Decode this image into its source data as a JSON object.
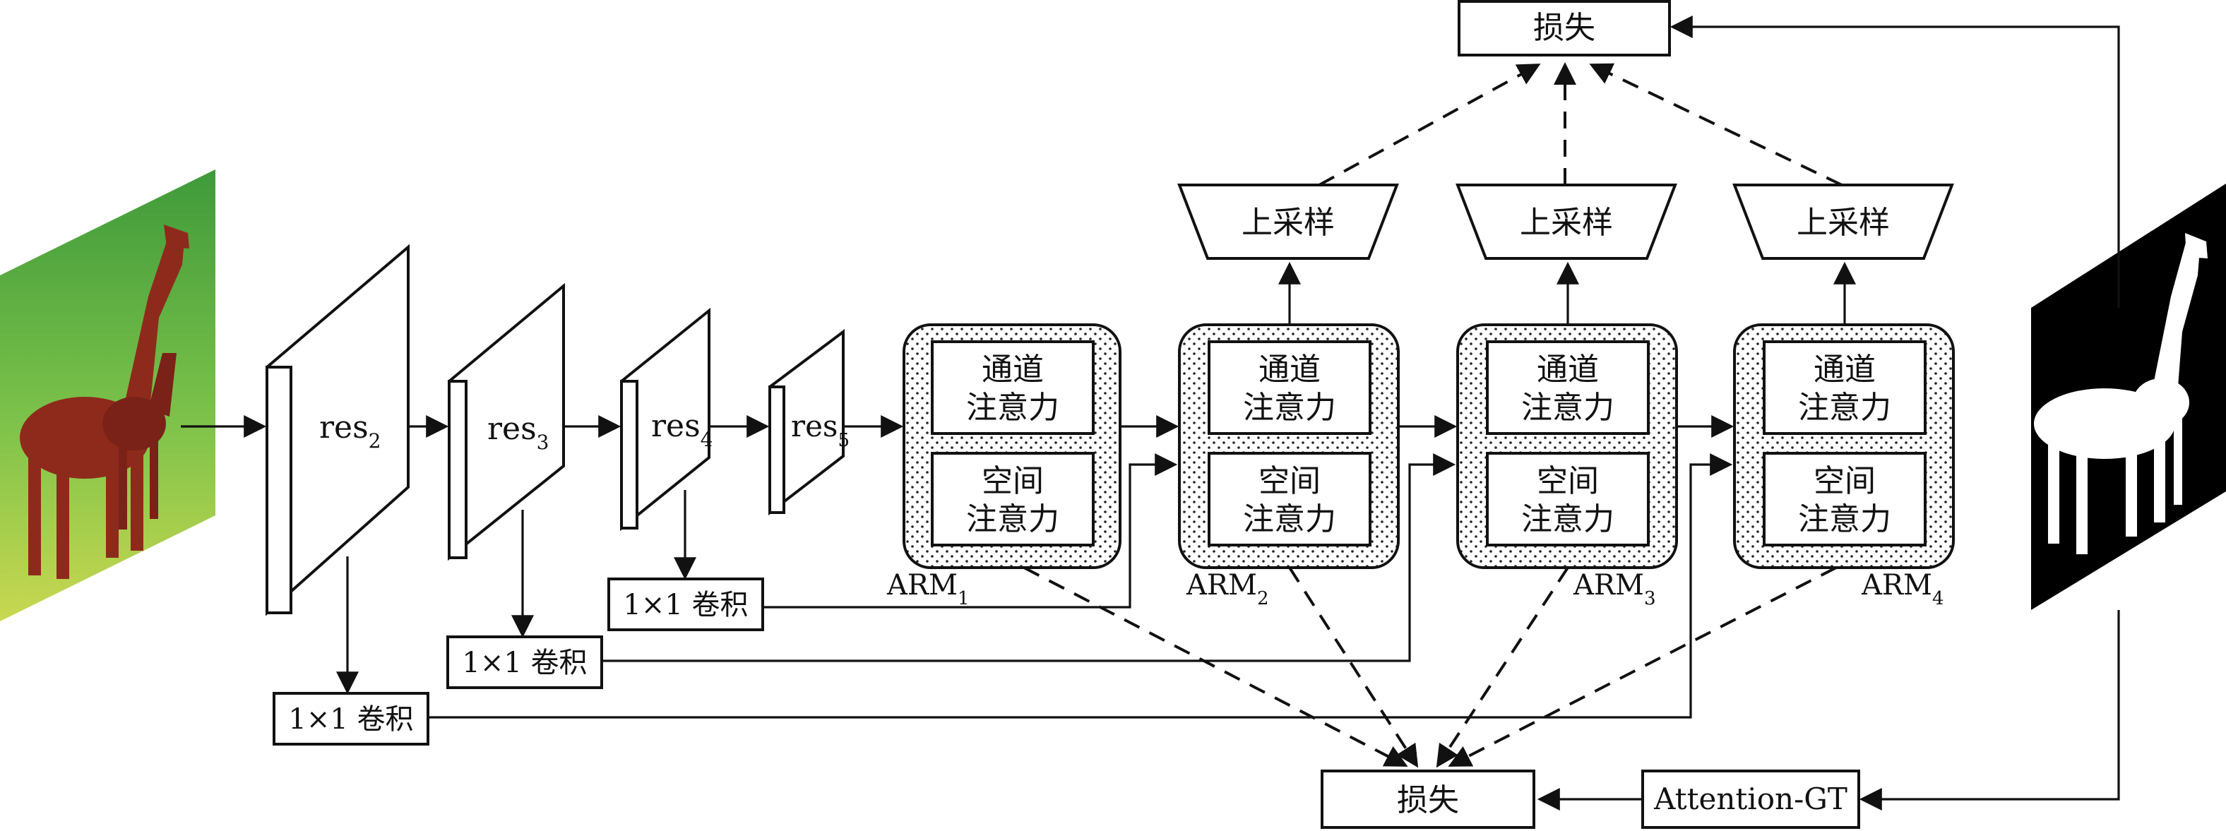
{
  "res_blocks": [
    {
      "base": "res",
      "sub": "2"
    },
    {
      "base": "res",
      "sub": "3"
    },
    {
      "base": "res",
      "sub": "4"
    },
    {
      "base": "res",
      "sub": "5"
    }
  ],
  "conv_label": "1×1 卷积",
  "arm_blocks": [
    {
      "channel_line1": "通道",
      "channel_line2": "注意力",
      "spatial_line1": "空间",
      "spatial_line2": "注意力",
      "base": "ARM",
      "sub": "1"
    },
    {
      "channel_line1": "通道",
      "channel_line2": "注意力",
      "spatial_line1": "空间",
      "spatial_line2": "注意力",
      "base": "ARM",
      "sub": "2"
    },
    {
      "channel_line1": "通道",
      "channel_line2": "注意力",
      "spatial_line1": "空间",
      "spatial_line2": "注意力",
      "base": "ARM",
      "sub": "3"
    },
    {
      "channel_line1": "通道",
      "channel_line2": "注意力",
      "spatial_line1": "空间",
      "spatial_line2": "注意力",
      "base": "ARM",
      "sub": "4"
    }
  ],
  "upsample_label": "上采样",
  "loss_label": "损失",
  "attention_gt_label": "Attention-GT",
  "colors": {
    "line": "#111111",
    "sky_grass": "#5fae3f",
    "horse": "#8e2a1c",
    "mask_bg": "#000000",
    "mask_fg": "#ffffff"
  }
}
